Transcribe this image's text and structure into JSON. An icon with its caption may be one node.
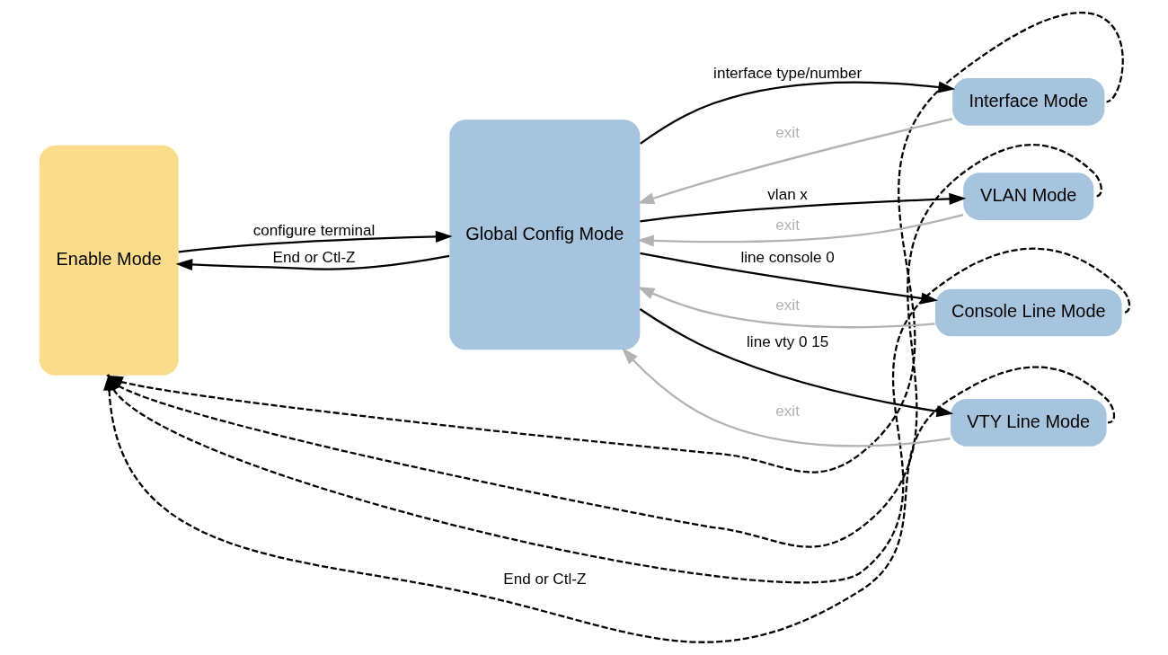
{
  "diagram": {
    "nodes": [
      {
        "text": [
          "Enable Mode"
        ]
      },
      {
        "text": [
          "Global Config Mode"
        ]
      },
      {
        "text": [
          "Interface Mode"
        ]
      },
      {
        "text": [
          "VLAN Mode"
        ]
      },
      {
        "text": [
          "Console Line Mode"
        ]
      },
      {
        "text": [
          "VTY Line Mode"
        ]
      }
    ],
    "edges": [
      {
        "from": 0,
        "to": 1,
        "arrow": "to",
        "label": "configure terminal"
      },
      {
        "from": 1,
        "to": 0,
        "arrow": "to",
        "label": "End or Ctl-Z"
      },
      {
        "from": 1,
        "to": 2,
        "arrow": "to",
        "label": "interface type/number"
      },
      {
        "from": 2,
        "to": 1,
        "arrow": "to",
        "label": "exit",
        "color": "#b3b3b3"
      },
      {
        "from": 1,
        "to": 3,
        "arrow": "to",
        "label": "vlan x"
      },
      {
        "from": 3,
        "to": 1,
        "arrow": "to",
        "label": "exit",
        "color": "#b3b3b3"
      },
      {
        "from": 1,
        "to": 4,
        "arrow": "to",
        "label": "line console 0"
      },
      {
        "from": 4,
        "to": 1,
        "arrow": "to",
        "label": "exit",
        "color": "#b3b3b3"
      },
      {
        "from": 1,
        "to": 5,
        "arrow": "to",
        "label": "line vty 0 15"
      },
      {
        "from": 5,
        "to": 1,
        "arrow": "to",
        "label": "exit",
        "color": "#b3b3b3"
      },
      {
        "from": 2,
        "to": 0,
        "arrow": "to",
        "style": "dashed"
      },
      {
        "from": 3,
        "to": 0,
        "arrow": "to",
        "style": "dashed"
      },
      {
        "from": 4,
        "to": 0,
        "arrow": "to",
        "style": "dashed"
      },
      {
        "from": 5,
        "to": 0,
        "arrow": "to",
        "style": "dashed",
        "label": "End or Ctl-Z"
      }
    ]
  }
}
